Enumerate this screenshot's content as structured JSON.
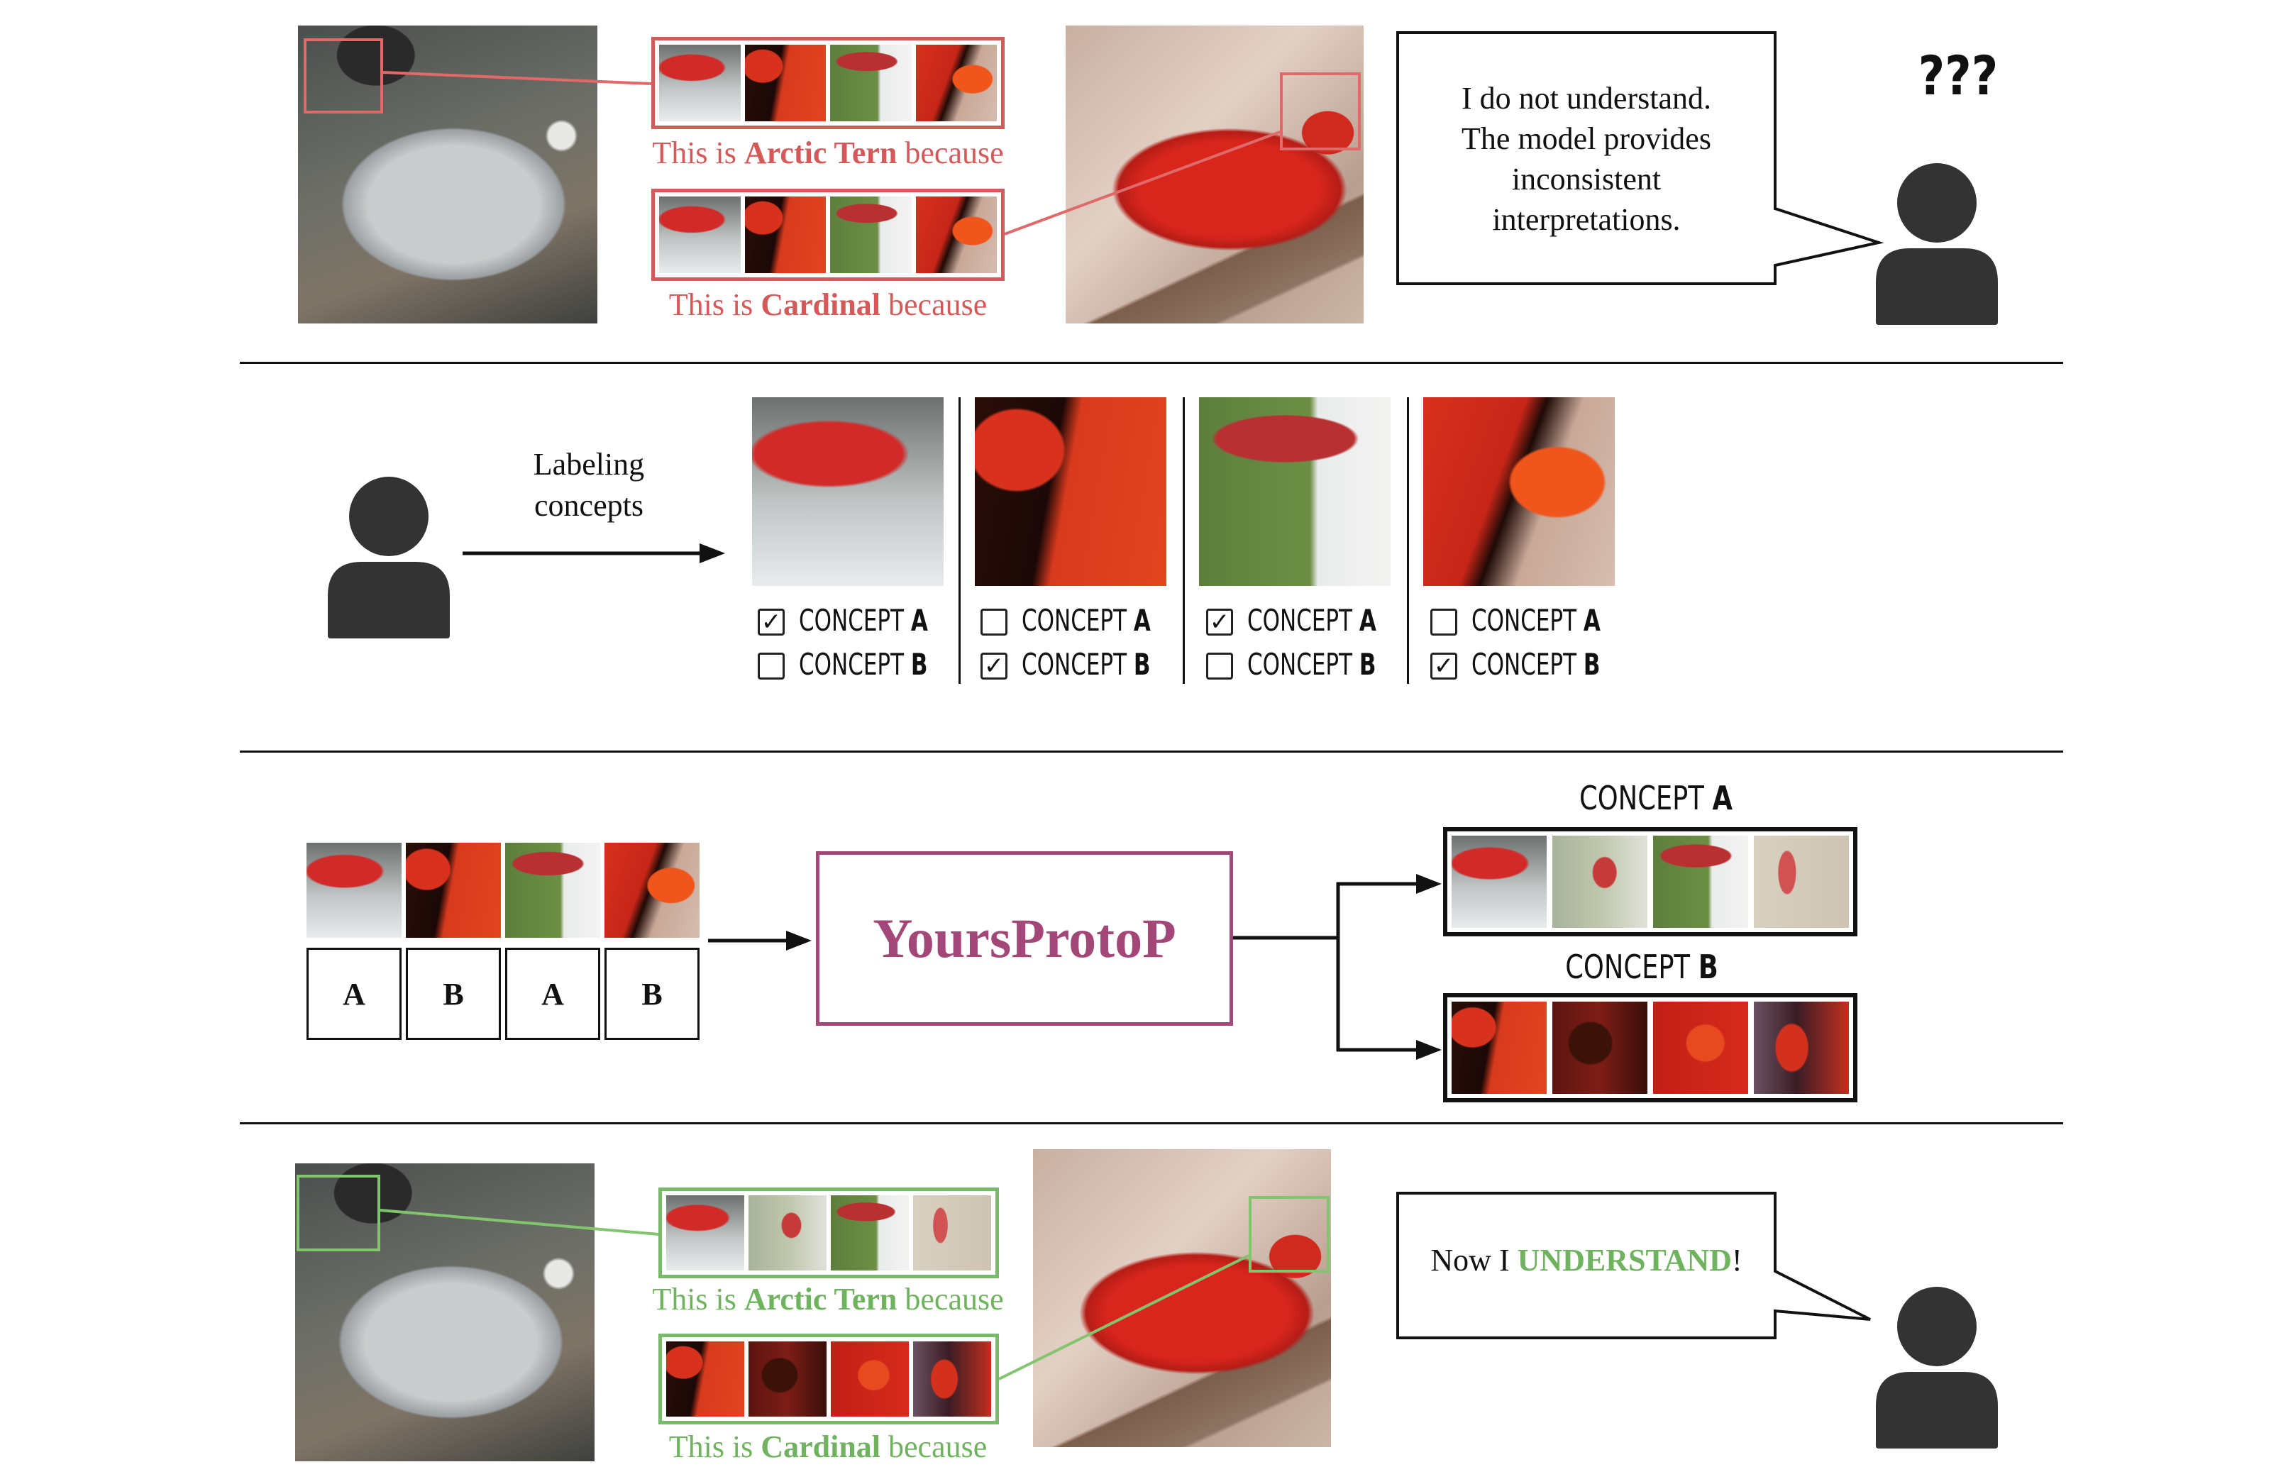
{
  "section1": {
    "caption_tern": {
      "prefix": "This is ",
      "class": "Arctic Tern",
      "suffix": " because"
    },
    "caption_cardinal": {
      "prefix": "This is ",
      "class": "Cardinal",
      "suffix": " because"
    },
    "bubble_lines": [
      "I do not understand.",
      "The model provides",
      "inconsistent",
      "interpretations."
    ],
    "confusion": "???"
  },
  "section2": {
    "arrow_label_lines": [
      "Labeling",
      "concepts"
    ],
    "concept_prefix": "CONCEPT",
    "concept_a": "A",
    "concept_b": "B",
    "check_mark": "✓",
    "columns": [
      {
        "a_checked": true,
        "b_checked": false
      },
      {
        "a_checked": false,
        "b_checked": true
      },
      {
        "a_checked": true,
        "b_checked": false
      },
      {
        "a_checked": false,
        "b_checked": true
      }
    ]
  },
  "section3": {
    "patch_labels": [
      "A",
      "B",
      "A",
      "B"
    ],
    "model_name": "YoursProtoP",
    "output_a": {
      "prefix": "CONCEPT",
      "letter": "A"
    },
    "output_b": {
      "prefix": "CONCEPT",
      "letter": "B"
    }
  },
  "section4": {
    "caption_tern": {
      "prefix": "This is ",
      "class": "Arctic Tern",
      "suffix": " because"
    },
    "caption_cardinal": {
      "prefix": "This is ",
      "class": "Cardinal",
      "suffix": " because"
    },
    "bubble": {
      "prefix": "Now I ",
      "emphasis": "UNDERSTAND",
      "suffix": "!"
    }
  },
  "colors": {
    "inconsistent": "#d45a5a",
    "consistent": "#6fb35e",
    "model": "#a24777",
    "ink": "#111111"
  },
  "icons": [
    "user-icon",
    "checkbox-icon",
    "arrow-icon",
    "speech-bubble-icon"
  ]
}
